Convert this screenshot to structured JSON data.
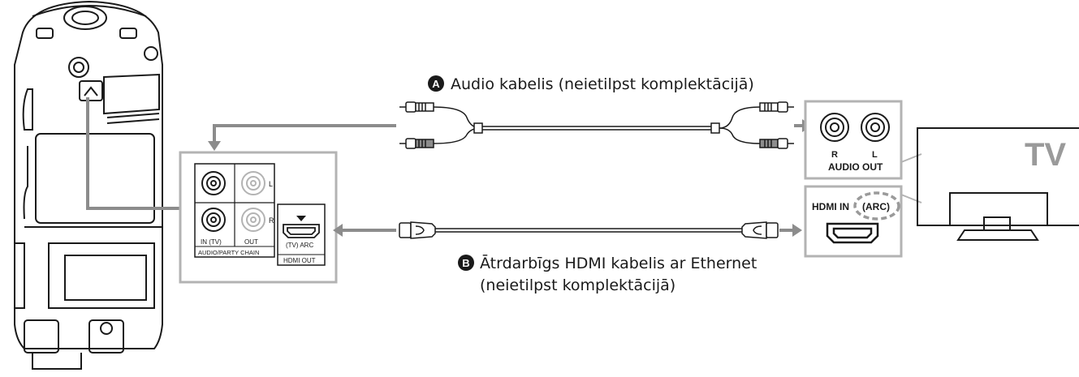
{
  "cable_a": {
    "badge": "A",
    "label": "Audio kabelis (neietilpst komplektācijā)"
  },
  "cable_b": {
    "badge": "B",
    "label_line1": "Ātrdarbīgs HDMI kabelis ar Ethernet",
    "label_line2": "(neietilpst komplektācijā)"
  },
  "speaker_panel": {
    "port_l": "L",
    "port_r": "R",
    "in_tv": "IN (TV)",
    "out": "OUT",
    "audio_party_chain": "AUDIO/PARTY CHAIN",
    "hdmi_tv_arc": "(TV) ARC",
    "hdmi_out": "HDMI OUT"
  },
  "tv": {
    "label": "TV",
    "audio_r": "R",
    "audio_l": "L",
    "audio_out": "AUDIO OUT",
    "hdmi_in": "HDMI IN",
    "arc": "(ARC)"
  },
  "colors": {
    "line": "#1a1a1a",
    "arrow_gray": "#8c8c8c",
    "panel_border": "#b3b3b3",
    "tv_label": "#9a9a9a"
  }
}
